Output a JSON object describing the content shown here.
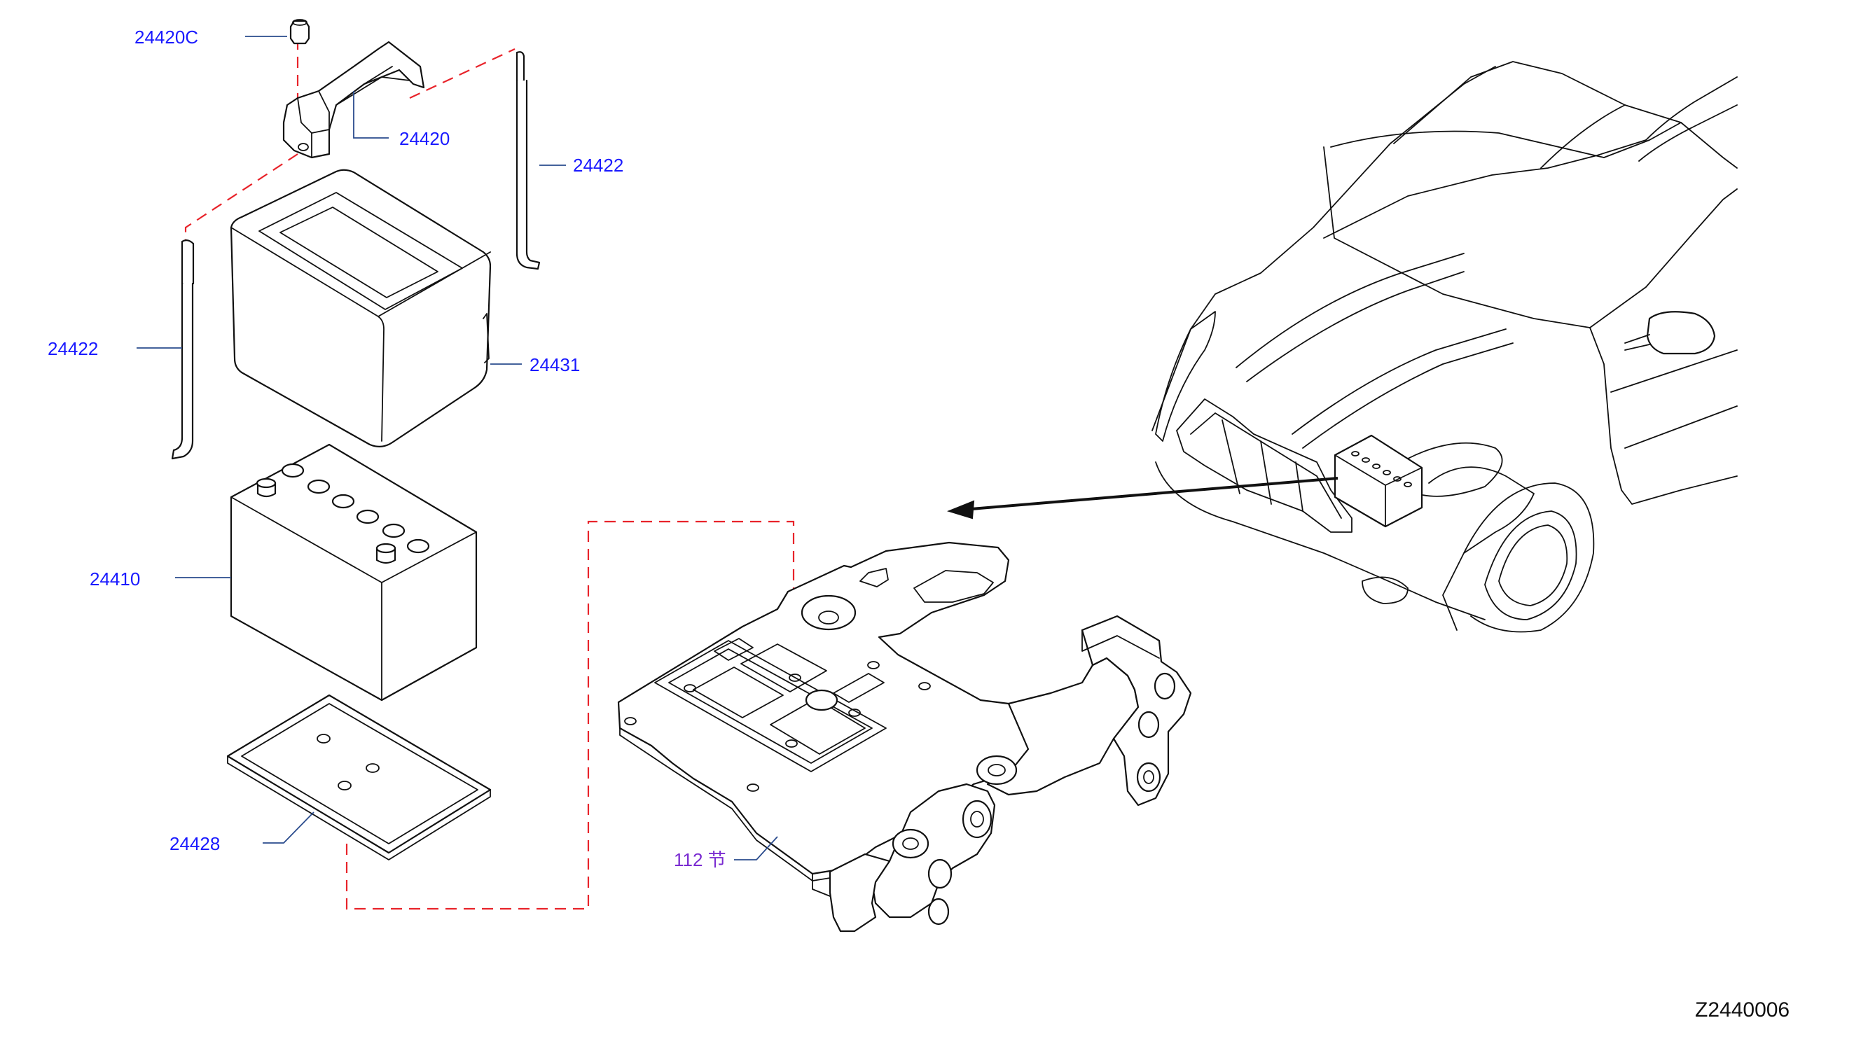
{
  "diagram": {
    "labels": {
      "p24420C": "24420C",
      "p24420": "24420",
      "p24422_right": "24422",
      "p24422_left": "24422",
      "p24431": "24431",
      "p24410": "24410",
      "p24428": "24428",
      "p112": "112 节"
    },
    "figure_code": "Z2440006",
    "colors": {
      "label": "#1a1aff",
      "label_alt": "#7a2bd1",
      "dashed_guide": "#e8232a",
      "leader": "#2a4b8d",
      "line_art": "#111111"
    }
  }
}
